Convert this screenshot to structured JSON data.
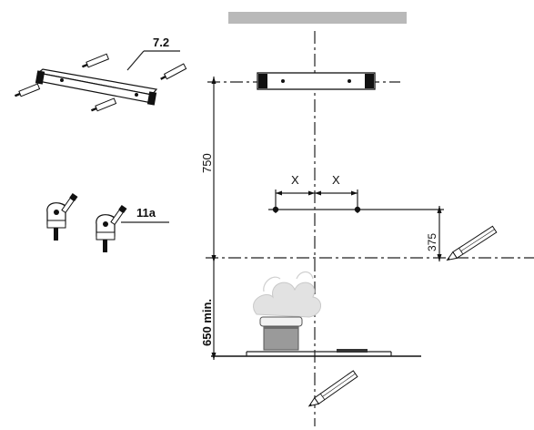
{
  "labels": {
    "part_bracket": "7.2",
    "part_clip": "11a",
    "dim_height_bracket": "750",
    "dim_height_holes": "375",
    "dim_min_clearance": "650 min.",
    "dim_x_left": "X",
    "dim_x_right": "X"
  },
  "icons": {
    "screw": "screw-icon",
    "bracket": "mounting-bracket-icon",
    "clip": "wall-clip-icon",
    "pencil": "pencil-icon",
    "cookware": "steaming-pot-icon"
  },
  "colors": {
    "line": "#222222",
    "ceiling": "#b9b9b9",
    "steam": "#d9d9d9",
    "pot": "#9a9a9a"
  }
}
